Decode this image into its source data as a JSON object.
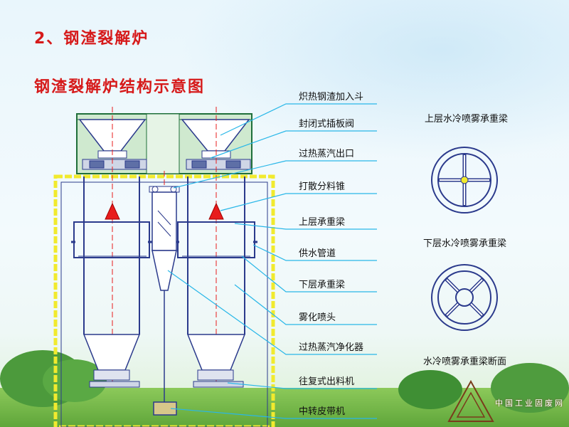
{
  "slide": {
    "heading": "2、钢渣裂解炉",
    "subheading": "钢渣裂解炉结构示意图"
  },
  "callouts": [
    "炽热钢渣加入斗",
    "封闭式插板阀",
    "过热蒸汽出口",
    "打散分料锥",
    "上层承重梁",
    "供水管道",
    "下层承重梁",
    "雾化喷头",
    "过热蒸汽净化器",
    "往复式出料机",
    "中转皮带机"
  ],
  "section_views": [
    "上层水冷喷雾承重梁",
    "下层水冷喷雾承重梁",
    "水冷喷雾承重梁断面"
  ],
  "watermark": "中国工业固废网",
  "colors": {
    "title_red": "#d61a1a",
    "frame_blue": "#2b3a8c",
    "hood_green": "#cfe9cf",
    "casing_yellow": "#f1ea2e",
    "leader_cyan": "#29b7e8",
    "cone_red": "#e81c1c"
  }
}
